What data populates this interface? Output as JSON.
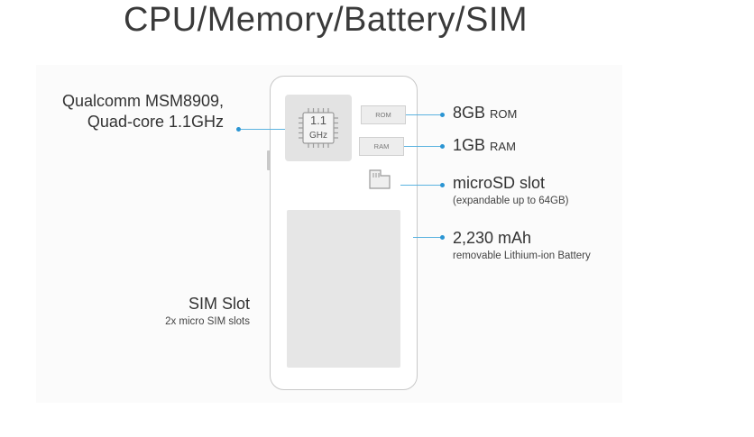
{
  "title": "CPU/Memory/Battery/SIM",
  "phone": {
    "cpu_speed": "1.1",
    "cpu_unit": "GHz",
    "rom_chip": "ROM",
    "ram_chip": "RAM"
  },
  "labels": {
    "cpu_line1": "Qualcomm MSM8909,",
    "cpu_line2": "Quad-core 1.1GHz",
    "rom_value": "8GB",
    "rom_unit": "ROM",
    "ram_value": "1GB",
    "ram_unit": "RAM",
    "sd_title": "microSD slot",
    "sd_sub": "(expandable up to 64GB)",
    "battery_title": "2,230 mAh",
    "battery_sub": "removable Lithium-ion Battery",
    "sim_title": "SIM Slot",
    "sim_sub": "2x micro SIM slots"
  },
  "colors": {
    "accent": "#2a95d3",
    "accent_line": "#5bb3e0",
    "component_fill": "#e3e3e3",
    "phone_outline": "#c8c8c8"
  },
  "icons": {
    "cpu": "cpu-chip-icon",
    "microsd": "microsd-card-icon"
  }
}
